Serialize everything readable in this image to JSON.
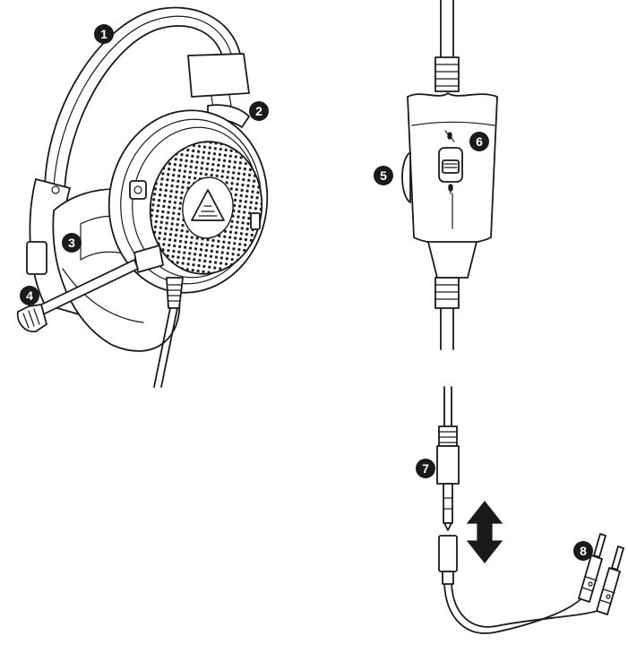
{
  "callouts": [
    {
      "id": "callout-1",
      "label": "1"
    },
    {
      "id": "callout-2",
      "label": "2"
    },
    {
      "id": "callout-3",
      "label": "3"
    },
    {
      "id": "callout-4",
      "label": "4"
    },
    {
      "id": "callout-5",
      "label": "5"
    },
    {
      "id": "callout-6",
      "label": "6"
    },
    {
      "id": "callout-7",
      "label": "7"
    },
    {
      "id": "callout-8",
      "label": "8"
    }
  ],
  "icons": {
    "mute_symbol": "mic-muted-icon",
    "unmute_symbol": "mic-icon",
    "direction": "double-arrow-vertical-icon"
  },
  "colors": {
    "ink": "#1a1a1a",
    "paper": "#ffffff"
  }
}
